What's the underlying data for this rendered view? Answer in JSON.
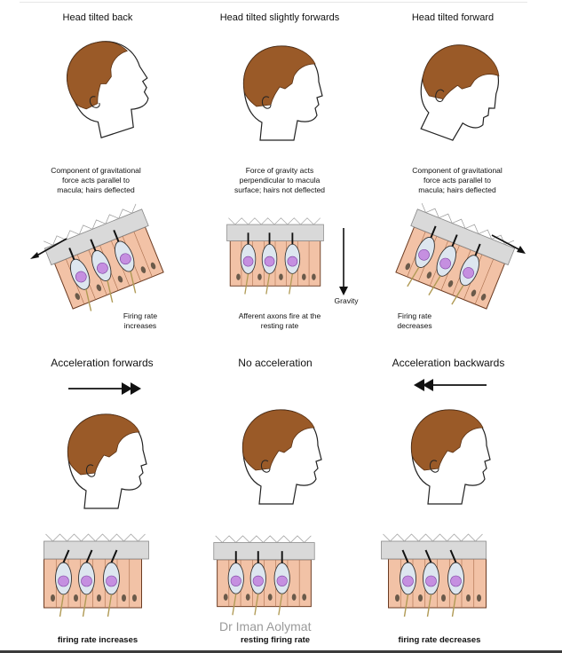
{
  "top_row": {
    "panels": [
      {
        "title": "Head tilted back",
        "caption": [
          "Component of gravitational",
          "force acts parallel to",
          "macula; hairs deflected"
        ],
        "label": [
          "Firing rate",
          "increases"
        ]
      },
      {
        "title": "Head tilted slightly forwards",
        "caption": [
          "Force of gravity acts",
          "perpendicular to macula",
          "surface; hairs not deflected"
        ],
        "label": [
          "Afferent axons fire at the",
          "resting rate"
        ],
        "gravity_label": "Gravity"
      },
      {
        "title": "Head tilted forward",
        "caption": [
          "Component of gravitational",
          "force acts parallel to",
          "macula; hairs deflected"
        ],
        "label": [
          "Firing rate",
          "decreases"
        ]
      }
    ]
  },
  "bottom_row": {
    "panels": [
      {
        "title": "Acceleration forwards",
        "label": "firing rate increases"
      },
      {
        "title": "No acceleration",
        "label": "resting firing rate"
      },
      {
        "title": "Acceleration backwards",
        "label": "firing rate decreases"
      }
    ]
  },
  "watermark": "Dr Iman Aolymat",
  "colors": {
    "hair": "#9a5a28",
    "tissue": "#f2c2a6",
    "cell": "#dde6ef",
    "nucleus": "#c58fe0",
    "membrane": "#d9d9d9"
  },
  "icons": [
    "head-profile-icon",
    "macula-icon",
    "arrow-icon",
    "double-arrow-icon"
  ]
}
